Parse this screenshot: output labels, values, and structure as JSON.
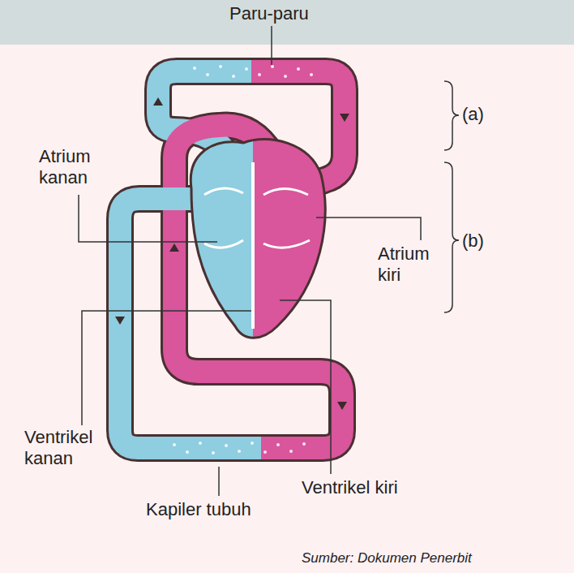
{
  "diagram": {
    "caption": "Sumber: Dokumen Penerbit",
    "labels": [
      "Paru-paru",
      "(a)",
      "Atrium kanan",
      "(b)",
      "Atrium kiri",
      "Ventrikel kanan",
      "Ventrikel kiri",
      "Kapiler tubuh"
    ]
  }
}
